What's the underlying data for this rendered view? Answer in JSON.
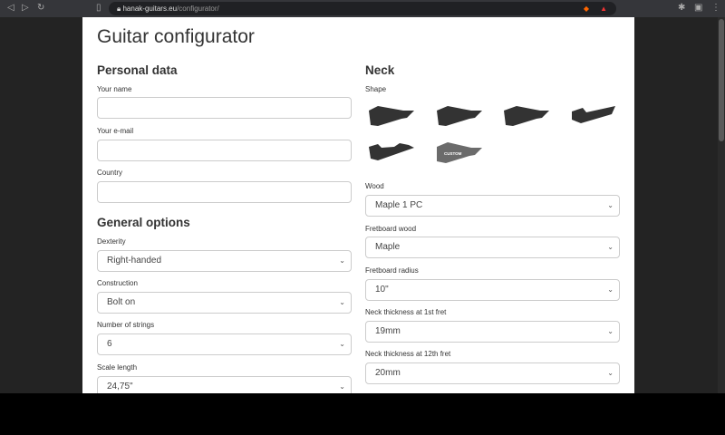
{
  "browser": {
    "url_host": "hanak-guitars.eu",
    "url_path": "/configurator/"
  },
  "page": {
    "title": "Guitar configurator"
  },
  "personal": {
    "heading": "Personal data",
    "name_label": "Your name",
    "email_label": "Your e-mail",
    "country_label": "Country",
    "name_value": "",
    "email_value": "",
    "country_value": ""
  },
  "general": {
    "heading": "General options",
    "dexterity_label": "Dexterity",
    "dexterity_value": "Right-handed",
    "construction_label": "Construction",
    "construction_value": "Bolt on",
    "strings_label": "Number of strings",
    "strings_value": "6",
    "scale_label": "Scale length",
    "scale_value": "24,75\""
  },
  "neck": {
    "heading": "Neck",
    "shape_label": "Shape",
    "custom_label": "CUSTOM",
    "wood_label": "Wood",
    "wood_value": "Maple 1 PC",
    "fretboard_label": "Fretboard wood",
    "fretboard_value": "Maple",
    "radius_label": "Fretboard radius",
    "radius_value": "10\"",
    "thick1_label": "Neck thickness at 1st fret",
    "thick1_value": "19mm",
    "thick12_label": "Neck thickness at 12th fret",
    "thick12_value": "20mm"
  },
  "colors": {
    "shape": "#333333",
    "custom_shape": "#6b6b6b"
  }
}
